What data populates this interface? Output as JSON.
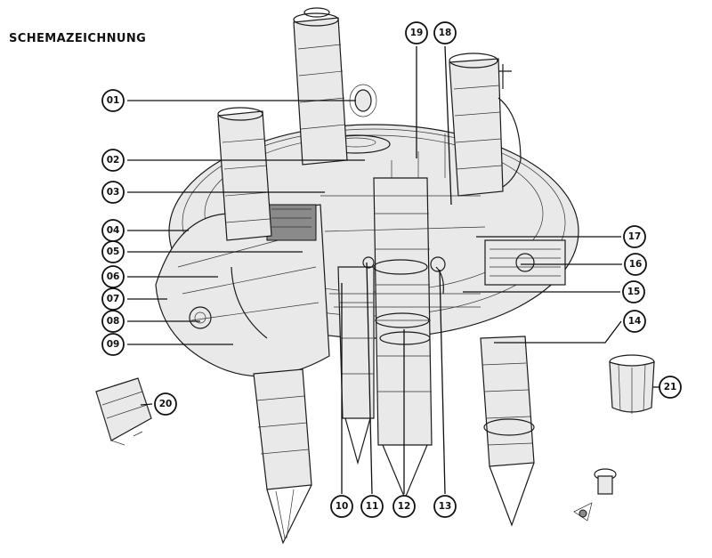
{
  "title": "SCHEMAZEICHNUNG",
  "callouts": [
    {
      "id": "01",
      "label": "01"
    },
    {
      "id": "02",
      "label": "02"
    },
    {
      "id": "03",
      "label": "03"
    },
    {
      "id": "04",
      "label": "04"
    },
    {
      "id": "05",
      "label": "05"
    },
    {
      "id": "06",
      "label": "06"
    },
    {
      "id": "07",
      "label": "07"
    },
    {
      "id": "08",
      "label": "08"
    },
    {
      "id": "09",
      "label": "09"
    },
    {
      "id": "10",
      "label": "10"
    },
    {
      "id": "11",
      "label": "11"
    },
    {
      "id": "12",
      "label": "12"
    },
    {
      "id": "13",
      "label": "13"
    },
    {
      "id": "14",
      "label": "14"
    },
    {
      "id": "15",
      "label": "15"
    },
    {
      "id": "16",
      "label": "16"
    },
    {
      "id": "17",
      "label": "17"
    },
    {
      "id": "18",
      "label": "18"
    },
    {
      "id": "19",
      "label": "19"
    },
    {
      "id": "20",
      "label": "20"
    },
    {
      "id": "21",
      "label": "21"
    }
  ]
}
